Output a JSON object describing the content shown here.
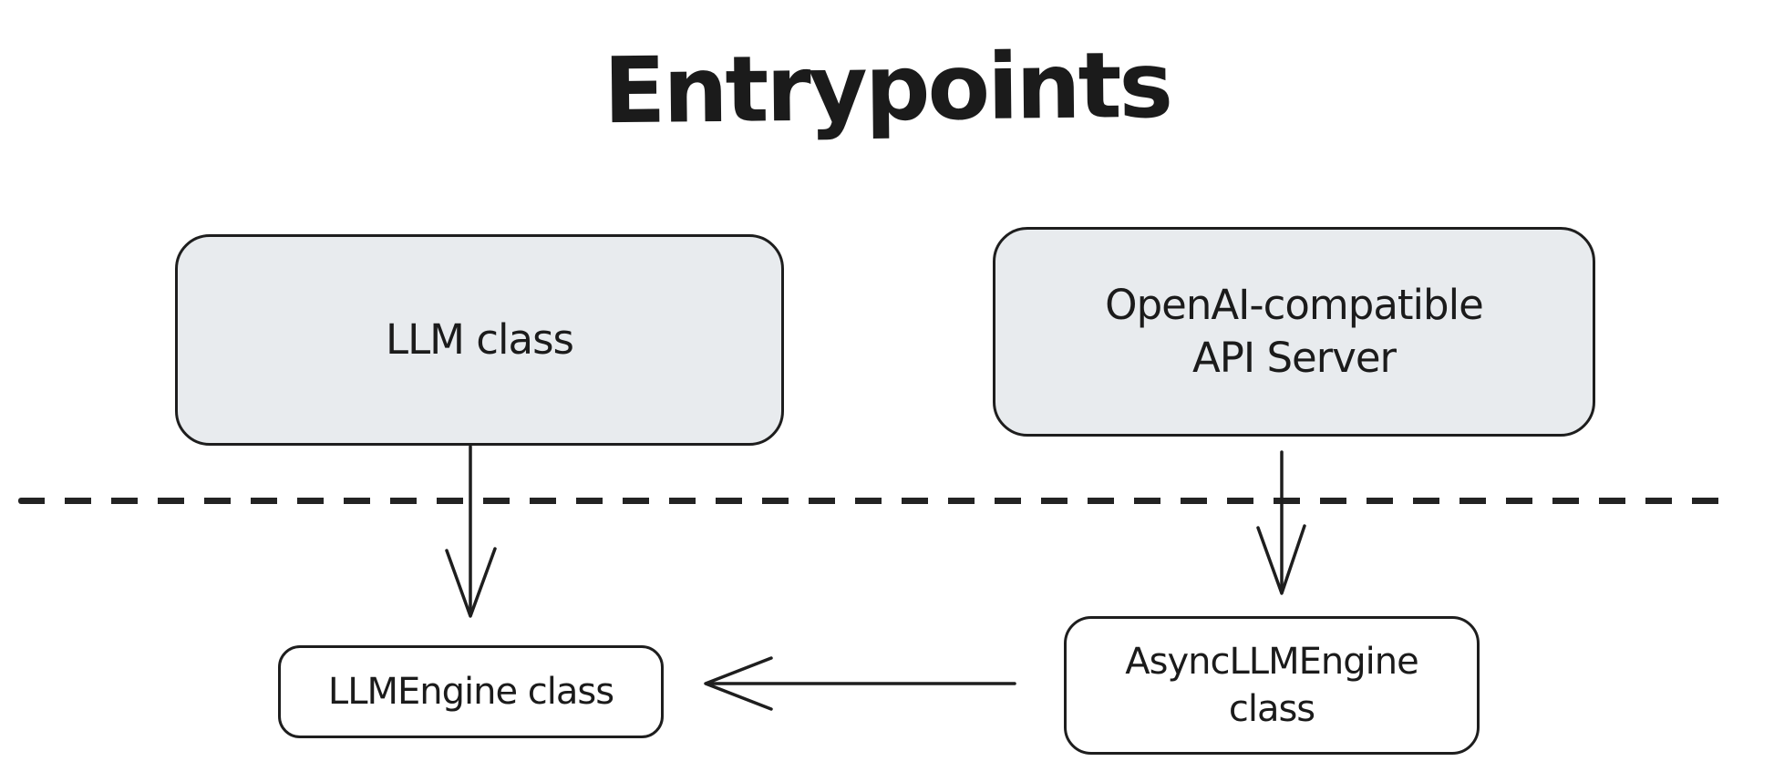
{
  "diagram": {
    "title": "Entrypoints",
    "background": "#ffffff",
    "nodes": {
      "llm": {
        "label": "LLM class",
        "fill": "#e8ebee",
        "shape": "rounded-rectangle"
      },
      "api_server": {
        "line1": "OpenAI-compatible",
        "line2": "API Server",
        "fill": "#e8ebee",
        "shape": "rounded-rectangle"
      },
      "llm_engine": {
        "label": "LLMEngine class",
        "fill": "#ffffff",
        "shape": "rounded-rectangle"
      },
      "async_llm_engine": {
        "line1": "AsyncLLMEngine",
        "line2": "class",
        "fill": "#ffffff",
        "shape": "rounded-rectangle"
      }
    },
    "edges": {
      "llm_to_llm_engine": {
        "from": "llm",
        "to": "llm_engine",
        "style": "solid",
        "head": "open-arrow",
        "direction": "down"
      },
      "api_server_to_async_llm_engine": {
        "from": "api_server",
        "to": "async_llm_engine",
        "style": "solid",
        "head": "open-arrow",
        "direction": "down"
      },
      "async_llm_engine_to_llm_engine": {
        "from": "async_llm_engine",
        "to": "llm_engine",
        "style": "solid",
        "head": "open-arrow",
        "direction": "left"
      },
      "separator": {
        "style": "dashed",
        "orientation": "horizontal"
      }
    },
    "colors": {
      "stroke": "#1e1e1e",
      "text": "#1b1b1b",
      "node_fill_gray": "#e8ebee",
      "node_fill_white": "#ffffff",
      "background": "#ffffff"
    }
  }
}
